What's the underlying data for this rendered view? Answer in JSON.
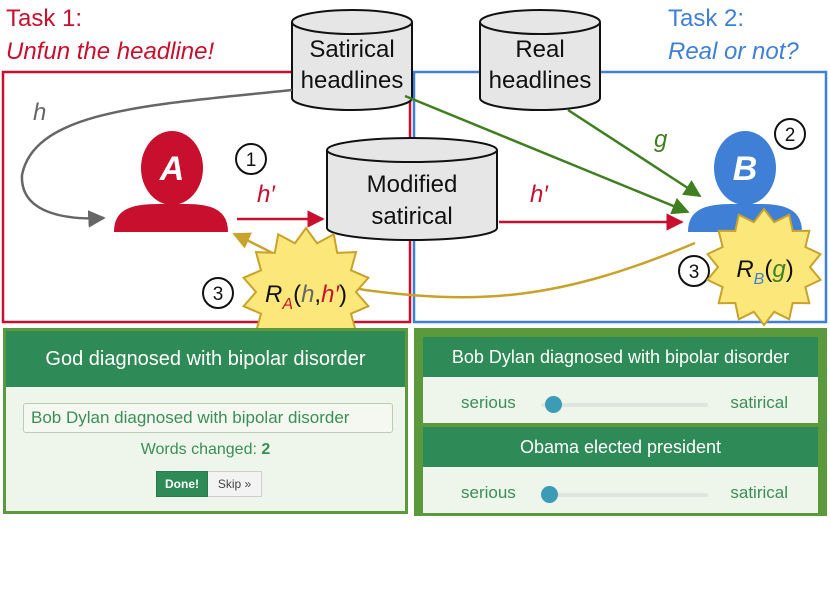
{
  "task1": {
    "title": "Task 1:",
    "subtitle": "Unfun the headline!"
  },
  "task2": {
    "title": "Task 2:",
    "subtitle": "Real or not?"
  },
  "databases": {
    "satirical": [
      "Satirical",
      "headlines"
    ],
    "real": [
      "Real",
      "headlines"
    ],
    "modified": [
      "Modified",
      "satirical"
    ]
  },
  "agents": {
    "a": "A",
    "b": "B"
  },
  "step_numbers": {
    "one": "1",
    "two": "2",
    "three_left": "3",
    "three_right": "3"
  },
  "labels": {
    "h": "h",
    "h_prime": "h′",
    "g": "g"
  },
  "rewards": {
    "ra": {
      "r": "R",
      "sub": "A",
      "open": "(",
      "h": "h",
      "comma": ",",
      "hp": "h′",
      "close": ")"
    },
    "rb": {
      "r": "R",
      "sub": "B",
      "open": "(",
      "g": "g",
      "close": ")"
    }
  },
  "colors": {
    "red": "#c8102e",
    "blue": "#3f7fd6",
    "green": "#3f7f1f",
    "gray": "#666666",
    "gold": "#c8a22a",
    "star_fill": "#fbe77a"
  },
  "left_panel": {
    "headline": "God diagnosed with bipolar disorder",
    "edit_value": "Bob Dylan diagnosed with bipolar disorder",
    "words_label": "Words changed:",
    "words_count": "2",
    "done_label": "Done!",
    "skip_label": "Skip »"
  },
  "right_panel": {
    "items": [
      {
        "headline": "Bob Dylan diagnosed with bipolar disorder",
        "left": "serious",
        "right": "satirical",
        "slider_value": 0.07
      },
      {
        "headline": "Obama elected president",
        "left": "serious",
        "right": "satirical",
        "slider_value": 0.05
      }
    ]
  }
}
